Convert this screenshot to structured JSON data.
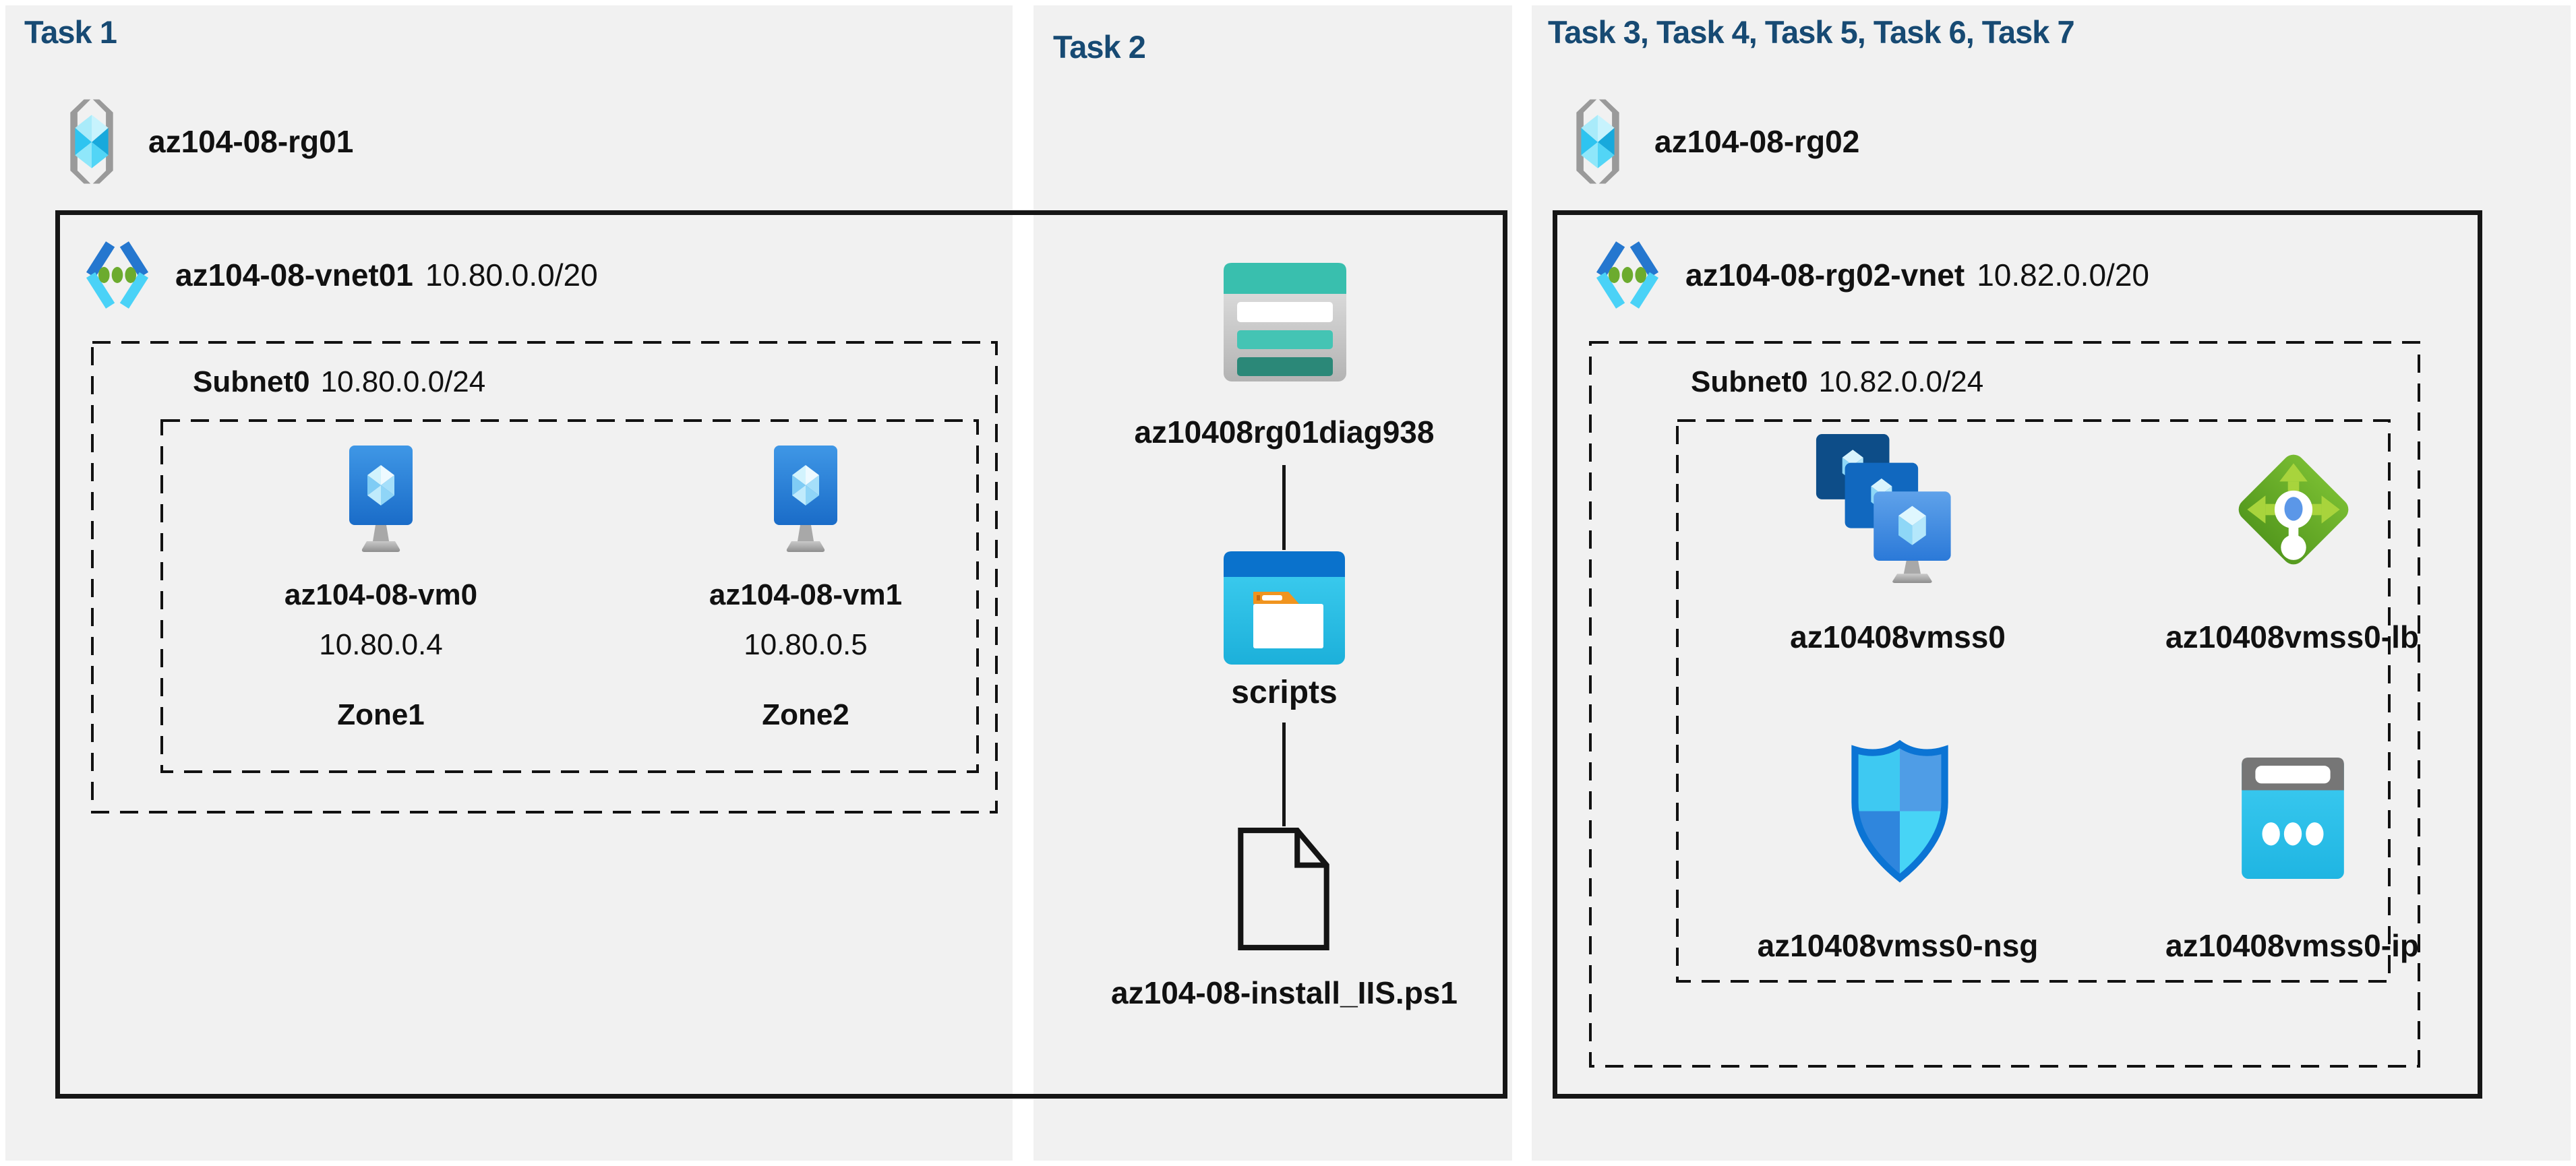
{
  "colors": {
    "panel_bg": "#f1f1f1",
    "title_navy": "#174a73",
    "text": "#111111",
    "box_border": "#161616",
    "storage_teal": "#39bfae",
    "azure_blue": "#1a6cc8",
    "lb_green": "#6ab02a",
    "ip_cyan": "#2ec2ec"
  },
  "panels": {
    "task1": {
      "title": "Task 1"
    },
    "task2": {
      "title": "Task 2"
    },
    "task3": {
      "title": "Task 3, Task 4, Task 5, Task 6, Task 7"
    }
  },
  "rg1": {
    "name": "az104-08-rg01"
  },
  "rg2": {
    "name": "az104-08-rg02"
  },
  "vnet1": {
    "name": "az104-08-vnet01",
    "cidr": "10.80.0.0/20"
  },
  "vnet2": {
    "name": "az104-08-rg02-vnet",
    "cidr": "10.82.0.0/20"
  },
  "subnet1": {
    "name": "Subnet0",
    "cidr": "10.80.0.0/24"
  },
  "subnet2": {
    "name": "Subnet0",
    "cidr": "10.82.0.0/24"
  },
  "vms": [
    {
      "name": "az104-08-vm0",
      "ip": "10.80.0.4",
      "zone": "Zone1"
    },
    {
      "name": "az104-08-vm1",
      "ip": "10.80.0.5",
      "zone": "Zone2"
    }
  ],
  "storage": {
    "account": "az10408rg01diag938",
    "container": "scripts",
    "file": "az104-08-install_IIS.ps1"
  },
  "scaleset": {
    "name": "az10408vmss0",
    "load_balancer": "az10408vmss0-lb",
    "nsg": "az10408vmss0-nsg",
    "public_ip": "az10408vmss0-ip"
  }
}
